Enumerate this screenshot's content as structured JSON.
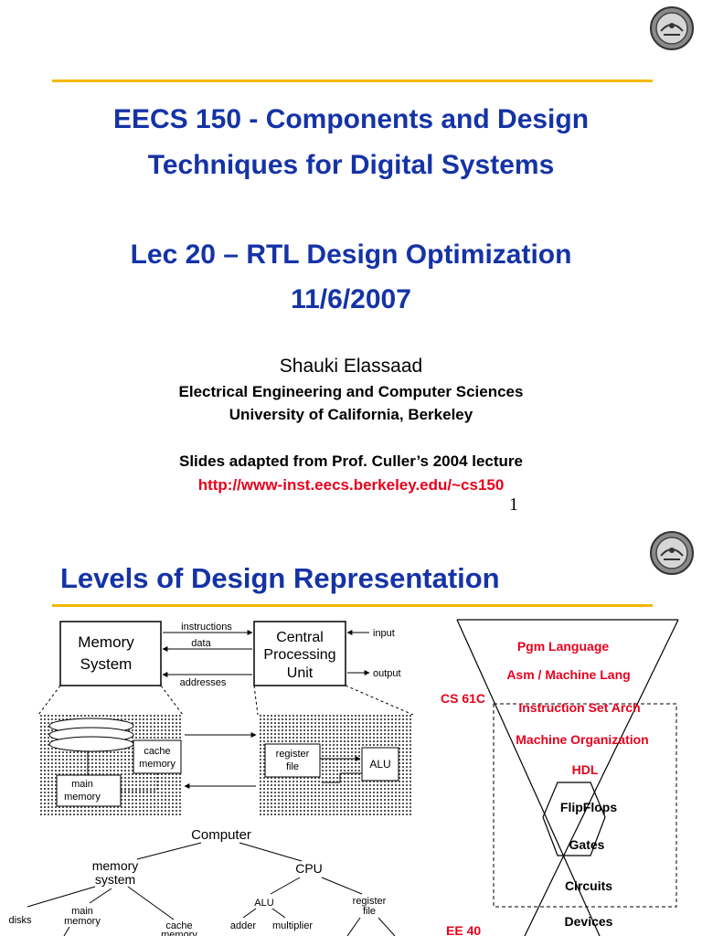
{
  "slide1": {
    "title_line1": "EECS 150 - Components and Design",
    "title_line2": "Techniques for Digital Systems",
    "lecture_line1": "Lec 20 – RTL Design Optimization",
    "lecture_line2": "11/6/2007",
    "author": "Shauki Elassaad",
    "dept": "Electrical Engineering and Computer Sciences",
    "univ": "University of California, Berkeley",
    "adapted": "Slides adapted from Prof. Culler’s 2004 lecture",
    "url": "http://www-inst.eecs.berkeley.edu/~cs150",
    "page_number": "1"
  },
  "slide2": {
    "title": "Levels of Design Representation",
    "block_diagram": {
      "memory_system_line1": "Memory",
      "memory_system_line2": "System",
      "cpu_line1": "Central",
      "cpu_line2": "Processing",
      "cpu_line3": "Unit",
      "instructions": "instructions",
      "data": "data",
      "addresses": "addresses",
      "input": "input",
      "output": "output",
      "cache_memory_line1": "cache",
      "cache_memory_line2": "memory",
      "main_memory_line1": "main",
      "main_memory_line2": "memory",
      "register_file_line1": "register",
      "register_file_line2": "file",
      "alu": "ALU"
    },
    "tree": {
      "computer": "Computer",
      "memory_system_line1": "memory",
      "memory_system_line2": "system",
      "cpu": "CPU",
      "disks": "disks",
      "main_memory_line1": "main",
      "main_memory_line2": "memory",
      "cache_memory_line1": "cache",
      "cache_memory_line2": "memory",
      "alu": "ALU",
      "register_file_line1": "register",
      "register_file_line2": "file",
      "adder": "adder",
      "multiplier": "multiplier"
    },
    "levels": {
      "items": [
        "Pgm Language",
        "Asm / Machine Lang",
        "Instruction Set Arch",
        "Machine Organization",
        "HDL",
        "FlipFlops",
        "Gates",
        "Circuits",
        "Devices"
      ],
      "cs61c": "CS 61C",
      "ee40": "EE 40"
    }
  }
}
